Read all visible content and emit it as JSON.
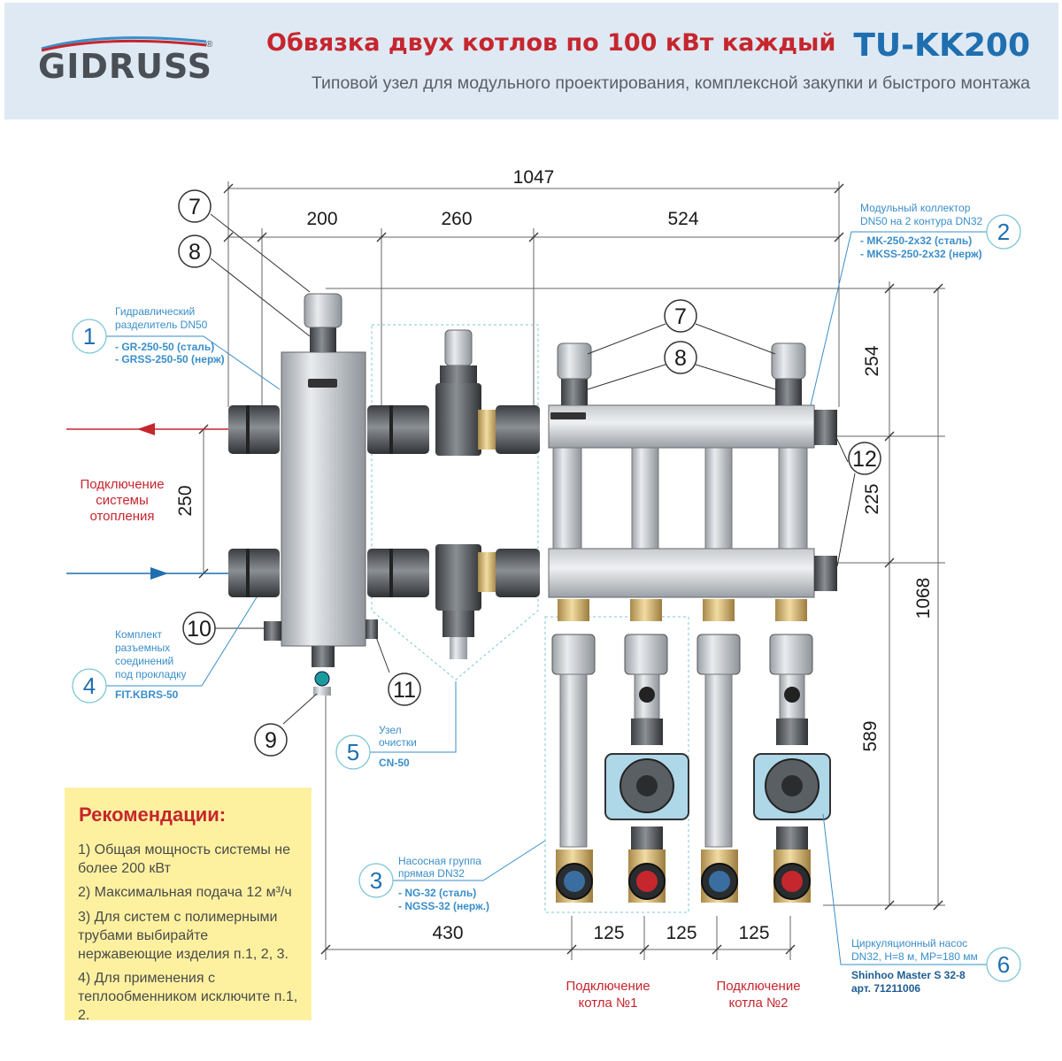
{
  "header": {
    "logo": "GIDRUSS",
    "reg_mark": "®",
    "title": "Обвязка двух котлов по 100 кВт каждый",
    "code": "TU-KK200",
    "subtitle": "Типовой узел для модульного проектирования, комплексной закупки и быстрого монтажа"
  },
  "dimensions": {
    "total_width": "1047",
    "seg1": "200",
    "seg2": "260",
    "seg3": "524",
    "top_height": "254",
    "mid_height": "225",
    "total_height": "1068",
    "pump_height": "589",
    "supply_return": "250",
    "bottom_left": "430",
    "bottom_a": "125",
    "bottom_b": "125",
    "bottom_c": "125"
  },
  "callouts": {
    "c7": "7",
    "c8": "8",
    "c9": "9",
    "c10": "10",
    "c11": "11",
    "c12": "12",
    "c1": "1",
    "c2": "2",
    "c3": "3",
    "c4": "4",
    "c5": "5",
    "c6": "6"
  },
  "labels": {
    "hydro_sep_l1": "Гидравлический",
    "hydro_sep_l2": "разделитель DN50",
    "hydro_sep_m1": "- GR-250-50 (сталь)",
    "hydro_sep_m2": "- GRSS-250-50 (нерж)",
    "collector_l1": "Модульный коллектор",
    "collector_l2": "DN50 на 2 контура DN32",
    "collector_m1": "- MK-250-2x32 (сталь)",
    "collector_m2": "- MKSS-250-2x32 (нерж)",
    "heating_l1": "Подключение",
    "heating_l2": "системы",
    "heating_l3": "отопления",
    "kit_l1": "Комплект",
    "kit_l2": "разъемных",
    "kit_l3": "соединений",
    "kit_l4": "под прокладку",
    "kit_model": "FIT.KBRS-50",
    "clean_l1": "Узел",
    "clean_l2": "очистки",
    "clean_model": "CN-50",
    "pump_group_l1": "Насосная группа",
    "pump_group_l2": "прямая DN32",
    "pump_group_m1": "- NG-32 (сталь)",
    "pump_group_m2": "- NGSS-32 (нерж.)",
    "circ_pump_l1": "Циркуляционный насос",
    "circ_pump_l2": "DN32, H=8 м,  MP=180 мм",
    "circ_pump_m1": "Shinhoo Master S 32-8",
    "circ_pump_m2": "арт. 71211006",
    "boiler1_l1": "Подключение",
    "boiler1_l2": "котла №1",
    "boiler2_l1": "Подключение",
    "boiler2_l2": "котла №2"
  },
  "recommendations": {
    "title": "Рекомендации:",
    "item1": "1) Общая мощность системы не более 200 кВт",
    "item2": "2) Максимальная подача 12 м³/ч",
    "item3": "3) Для систем с полимерными трубами выбирайте нержавеющие изделия п.1, 2, 3.",
    "item4": "4) Для применения с теплообменником исключите п.1, 2."
  },
  "colors": {
    "red": "#c6262e",
    "blue": "#1f6fb0",
    "header_bg": "#dfe9f3",
    "note_bg": "#fdf1a0"
  }
}
